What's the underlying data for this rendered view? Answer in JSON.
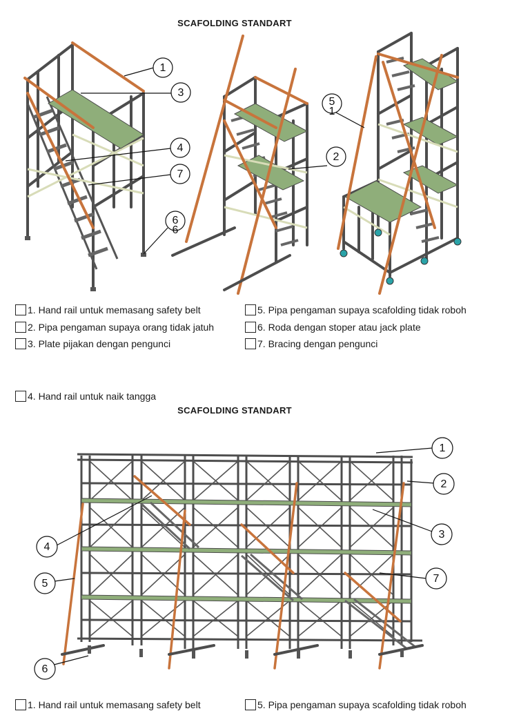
{
  "section1": {
    "title": "SCAFOLDING STANDART",
    "callouts": [
      "1",
      "3",
      "4",
      "7",
      "6",
      "6",
      "2",
      "5",
      "1"
    ],
    "legend": [
      {
        "num": "1",
        "text": ". Hand rail untuk memasang safety belt"
      },
      {
        "num": "2",
        "text": ". Pipa pengaman supaya orang tidak jatuh"
      },
      {
        "num": "3",
        "text": ". Plate pijakan dengan pengunci"
      },
      {
        "num": "5",
        "text": ". Pipa pengaman supaya scafolding tidak roboh"
      },
      {
        "num": "6",
        "text": ". Roda dengan stoper atau jack plate"
      },
      {
        "num": "7",
        "text": ". Bracing dengan pengunci"
      },
      {
        "num": "4",
        "text": ". Hand rail untuk naik tangga"
      }
    ]
  },
  "section2": {
    "title": "SCAFOLDING STANDART",
    "callouts": [
      "1",
      "2",
      "3",
      "4",
      "5",
      "7",
      "6"
    ],
    "legend": [
      {
        "num": "1",
        "text": ". Hand rail untuk memasang safety belt"
      },
      {
        "num": "5",
        "text": ". Pipa pengaman supaya scafolding tidak roboh"
      }
    ]
  },
  "colors": {
    "frame": "#4d4d4d",
    "rail": "#c8743c",
    "plate": "#8fae7a",
    "brace": "#d8dcb8",
    "wheel": "#2aa3a8"
  }
}
